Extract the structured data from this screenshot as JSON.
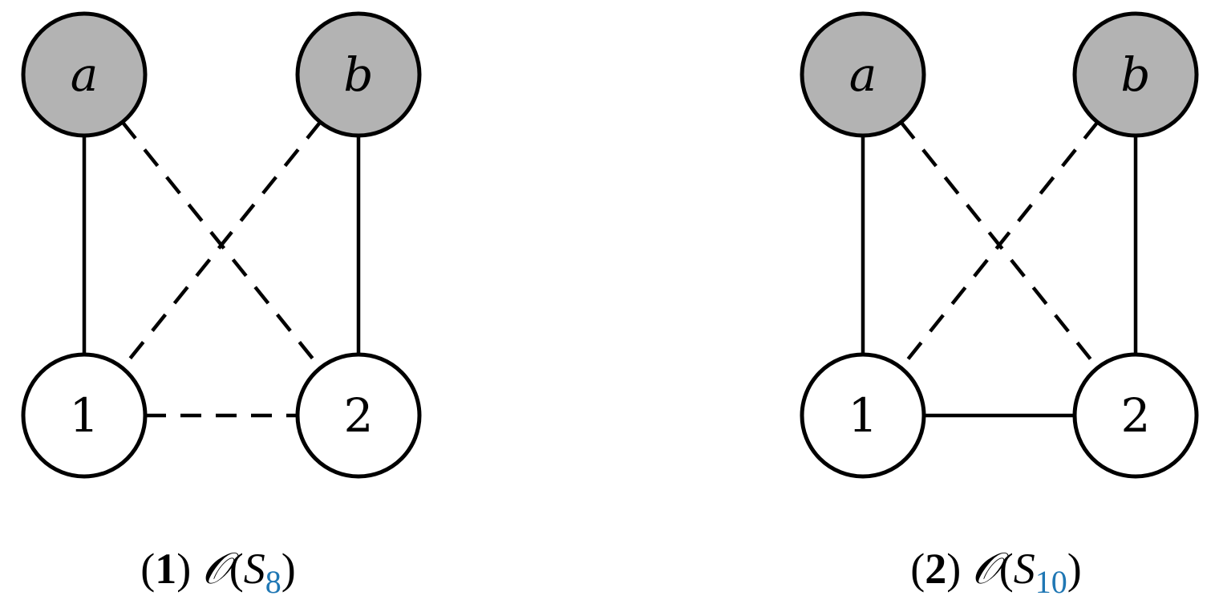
{
  "colors": {
    "filled_node": "#b3b3b3",
    "empty_node": "#ffffff",
    "stroke": "#000000",
    "subscript": "#1f77b4"
  },
  "diagrams": [
    {
      "id": "s8",
      "nodes": [
        {
          "id": "a",
          "label": "a",
          "filled": true,
          "italic": true
        },
        {
          "id": "b",
          "label": "b",
          "filled": true,
          "italic": true
        },
        {
          "id": "n1",
          "label": "1",
          "filled": false,
          "italic": false
        },
        {
          "id": "n2",
          "label": "2",
          "filled": false,
          "italic": false
        }
      ],
      "edges": [
        {
          "from": "a",
          "to": "n1",
          "style": "solid"
        },
        {
          "from": "b",
          "to": "n2",
          "style": "solid"
        },
        {
          "from": "a",
          "to": "n2",
          "style": "dashed"
        },
        {
          "from": "b",
          "to": "n1",
          "style": "dashed"
        },
        {
          "from": "n1",
          "to": "n2",
          "style": "dashed"
        }
      ],
      "caption": {
        "open": "(",
        "number": "1",
        "close": ")",
        "operator": "𝒪",
        "paren_open": "(",
        "symbol": "S",
        "subscript": "8",
        "paren_close": ")"
      }
    },
    {
      "id": "s10",
      "nodes": [
        {
          "id": "a",
          "label": "a",
          "filled": true,
          "italic": true
        },
        {
          "id": "b",
          "label": "b",
          "filled": true,
          "italic": true
        },
        {
          "id": "n1",
          "label": "1",
          "filled": false,
          "italic": false
        },
        {
          "id": "n2",
          "label": "2",
          "filled": false,
          "italic": false
        }
      ],
      "edges": [
        {
          "from": "a",
          "to": "n1",
          "style": "solid"
        },
        {
          "from": "b",
          "to": "n2",
          "style": "solid"
        },
        {
          "from": "a",
          "to": "n2",
          "style": "dashed"
        },
        {
          "from": "b",
          "to": "n1",
          "style": "dashed"
        },
        {
          "from": "n1",
          "to": "n2",
          "style": "solid"
        }
      ],
      "caption": {
        "open": "(",
        "number": "2",
        "close": ")",
        "operator": "𝒪",
        "paren_open": "(",
        "symbol": "S",
        "subscript": "10",
        "paren_close": ")"
      }
    }
  ]
}
